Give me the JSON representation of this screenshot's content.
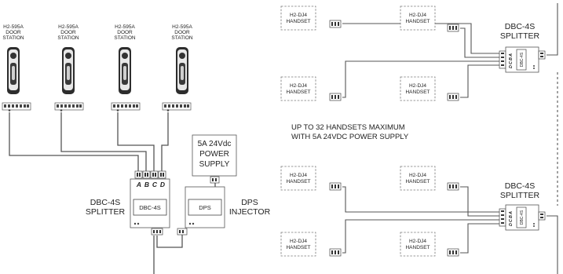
{
  "door_stations": {
    "model": "H2-595A",
    "line2": "DOOR",
    "line3": "STATION",
    "count": 4
  },
  "left_splitter": {
    "title_line1": "DBC-4S",
    "title_line2": "SPLITTER",
    "device_label": "DBC-4S",
    "port_labels": [
      "A",
      "B",
      "C",
      "D"
    ]
  },
  "dps": {
    "device_label": "DPS",
    "title_line1": "DPS",
    "title_line2": "INJECTOR"
  },
  "power_supply": {
    "line1": "5A 24Vdc",
    "line2": "POWER",
    "line3": "SUPPLY"
  },
  "handsets": {
    "model": "H2-DJ4",
    "line2": "HANDSET"
  },
  "right_splitter_top": {
    "title_line1": "DBC-4S",
    "title_line2": "SPLITTER",
    "device_label": "DBC-4S",
    "port_labels": [
      "A",
      "B",
      "C",
      "D"
    ]
  },
  "right_splitter_bottom": {
    "title_line1": "DBC-4S",
    "title_line2": "SPLITTER",
    "device_label": "DBC-4S",
    "port_labels": [
      "A",
      "B",
      "C",
      "D"
    ]
  },
  "note": {
    "line1": "UP TO 32 HANDSETS   MAXIMUM",
    "line2": "WITH 5A 24VDC POWER SUPPLY"
  },
  "icons": {
    "door_station": "door-station-icon",
    "terminal": "terminal-block-icon",
    "connector": "connector-icon"
  },
  "colors": {
    "line": "#555555",
    "panel_dark": "#2a2a2a",
    "text": "#222222"
  }
}
